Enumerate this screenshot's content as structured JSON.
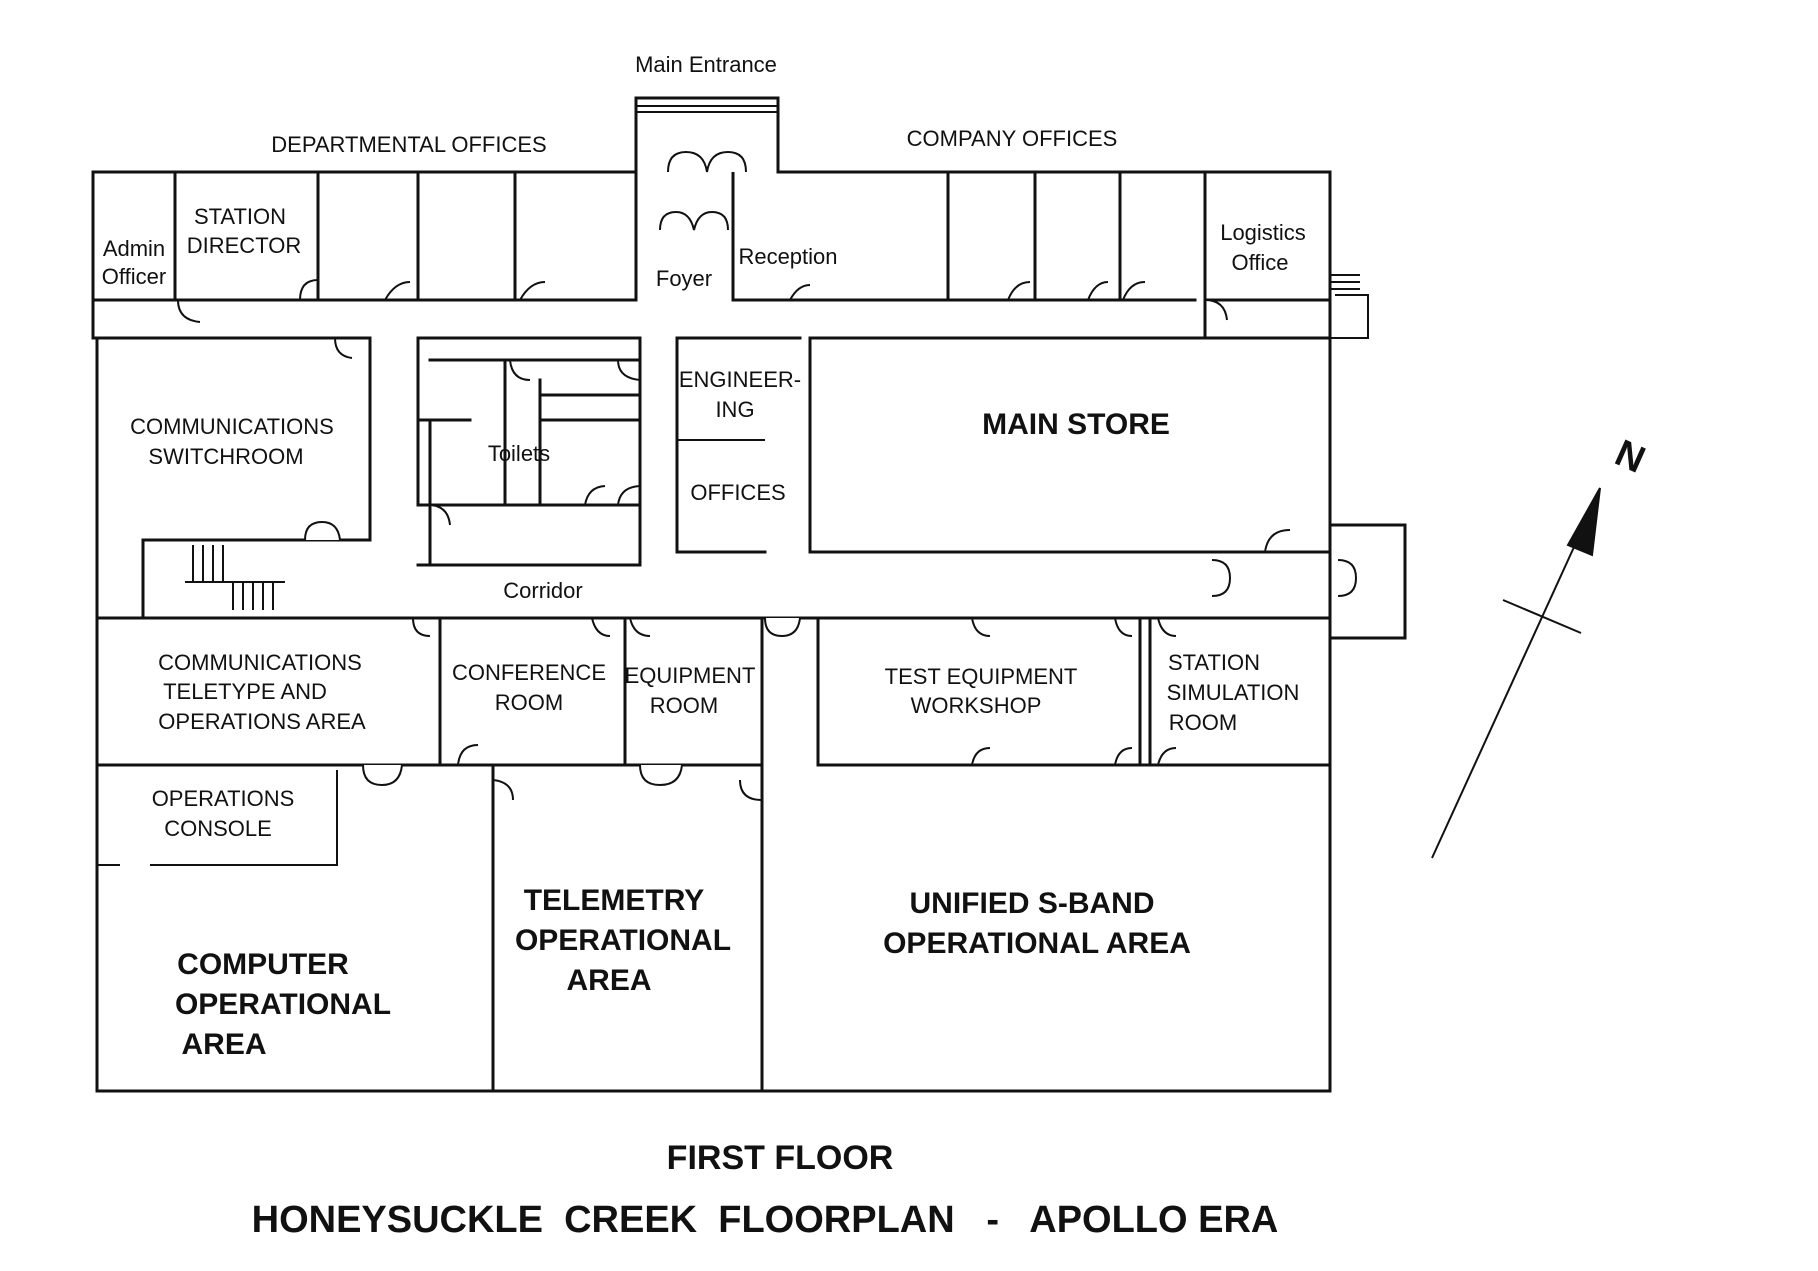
{
  "labels": {
    "main_entrance": "Main Entrance",
    "departmental_offices": "DEPARTMENTAL OFFICES",
    "company_offices": "COMPANY OFFICES",
    "admin_officer": [
      "Admin",
      "Officer"
    ],
    "station_director": [
      "STATION",
      "DIRECTOR"
    ],
    "foyer": "Foyer",
    "reception": "Reception",
    "logistics_office": [
      "Logistics",
      "Office"
    ],
    "communications_switchroom": [
      "COMMUNICATIONS",
      "SWITCHROOM"
    ],
    "toilets": "Toilets",
    "engineering": [
      "ENGINEER-",
      "ING"
    ],
    "offices": "OFFICES",
    "main_store": "MAIN  STORE",
    "corridor": "Corridor",
    "comms_teletype": [
      "COMMUNICATIONS",
      "TELETYPE  AND",
      "OPERATIONS AREA"
    ],
    "conference_room": [
      "CONFERENCE",
      "ROOM"
    ],
    "equipment_room": [
      "EQUIPMENT",
      "ROOM"
    ],
    "test_equipment_workshop": [
      "TEST EQUIPMENT",
      "WORKSHOP"
    ],
    "station_simulation_room": [
      "STATION",
      "SIMULATION",
      "ROOM"
    ],
    "operations_console": [
      "OPERATIONS",
      "CONSOLE"
    ],
    "computer_operational_area": [
      "COMPUTER",
      "OPERATIONAL",
      "AREA"
    ],
    "telemetry_operational_area": [
      "TELEMETRY",
      "OPERATIONAL",
      "AREA"
    ],
    "unified_sband_operational_area": [
      "UNIFIED S-BAND",
      "OPERATIONAL AREA"
    ],
    "north": "N"
  },
  "caption": {
    "floor": "FIRST FLOOR",
    "title": "HONEYSUCKLE  CREEK  FLOORPLAN   -   APOLLO ERA"
  }
}
